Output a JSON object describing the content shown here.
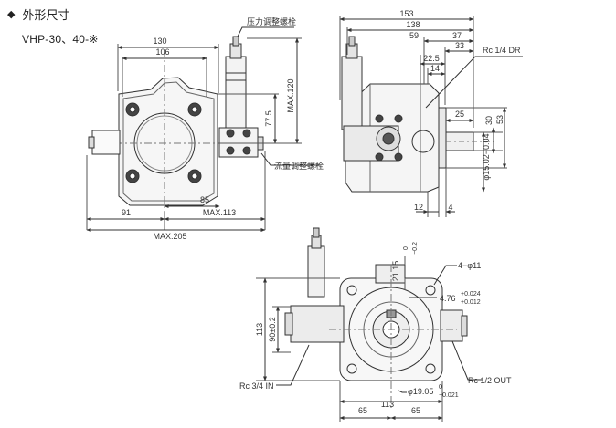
{
  "header": {
    "bullet_icon": "diamond-bullet-icon",
    "title": "外形尺寸",
    "model": "VHP-30、40-※"
  },
  "front_view": {
    "dim_130": "130",
    "dim_106": "106",
    "dim_77_5": "77.5",
    "dim_max120": "MAX.120",
    "dim_85": "85",
    "dim_91": "91",
    "dim_max113": "MAX.113",
    "dim_max205": "MAX.205",
    "label_pressure": "压力调整螺栓",
    "label_flow": "流量调整螺栓"
  },
  "side_view": {
    "dim_153": "153",
    "dim_138": "138",
    "dim_59": "59",
    "dim_37": "37",
    "dim_33": "33",
    "dim_22_5": "22.5",
    "dim_14": "14",
    "dim_25": "25",
    "dim_30": "30",
    "dim_53": "53",
    "dim_12": "12",
    "dim_4": "4",
    "dim_shaft": "φ15.02−0.04",
    "label_drain": "Rc 1/4 DR"
  },
  "bottom_view": {
    "dim_21_15": "21.15",
    "tol_21_15_upper": "0",
    "tol_21_15_lower": "−0.2",
    "dim_holes": "4−φ11",
    "dim_4_76": "4.76",
    "tol_4_76_upper": "+0.024",
    "tol_4_76_lower": "+0.012",
    "dim_113_left": "113",
    "dim_90": "90±0.2",
    "label_in": "Rc 3/4 IN",
    "label_out": "Rc 1/2 OUT",
    "dim_19_05": "φ19.05",
    "tol_19_05_upper": "0",
    "tol_19_05_lower": "−0.021",
    "dim_113_bottom": "113",
    "dim_65_left": "65",
    "dim_65_right": "65"
  }
}
